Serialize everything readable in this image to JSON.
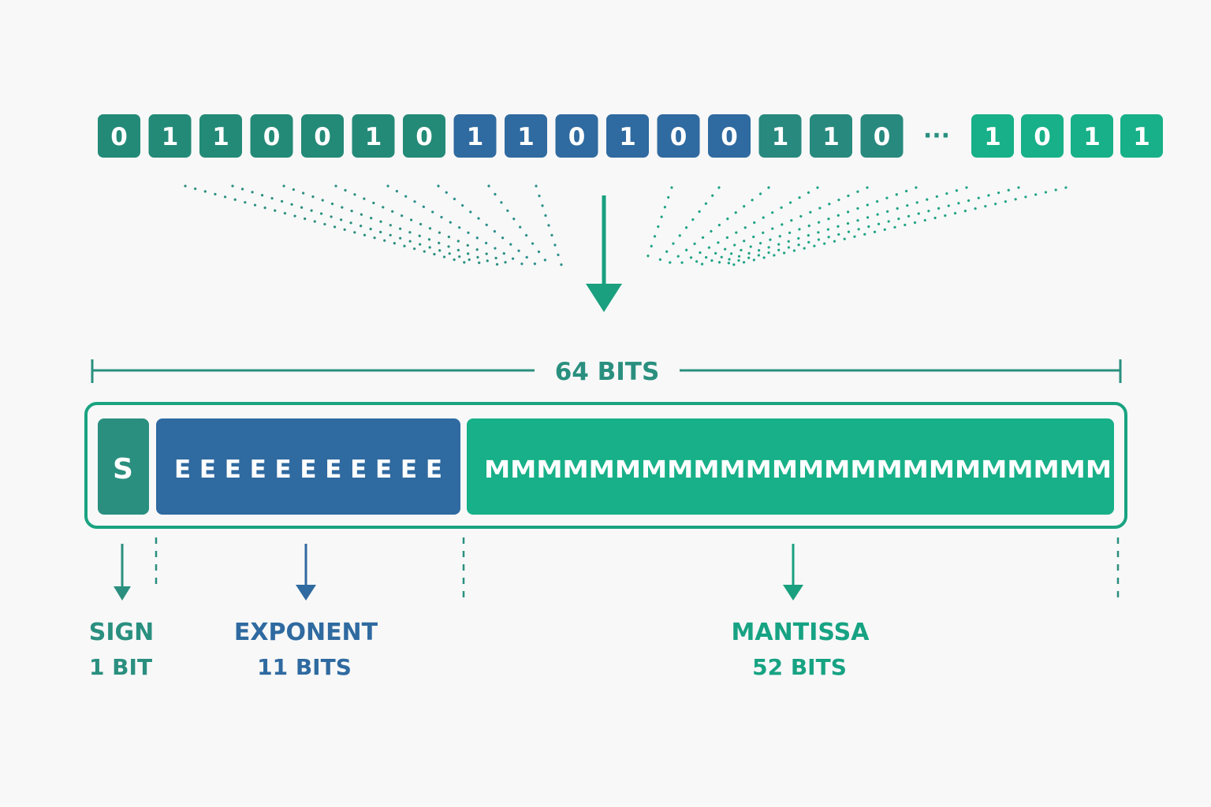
{
  "colors": {
    "background": "#f8f8f8",
    "teal": "#2a8f7f",
    "blue": "#2f6aa0",
    "green": "#17b088",
    "outline": "#19a381",
    "white": "#ffffff"
  },
  "bit_stream": {
    "bits": [
      "0",
      "1",
      "1",
      "0",
      "0",
      "1",
      "0",
      "1",
      "1",
      "0",
      "1",
      "0",
      "0",
      "1",
      "1",
      "0"
    ],
    "bit_colors": [
      "#238a77",
      "#238a77",
      "#238a77",
      "#238a77",
      "#238a77",
      "#238a77",
      "#238a77",
      "#2f6aa0",
      "#2f6aa0",
      "#2f6aa0",
      "#2f6aa0",
      "#2f6aa0",
      "#2f6aa0",
      "#28897e",
      "#28897e",
      "#28897e"
    ],
    "ellipsis": "···",
    "tail_bits": [
      "1",
      "0",
      "1",
      "1"
    ],
    "tail_color": "#17b088"
  },
  "width_label": "64 BITS",
  "fields": {
    "sign": {
      "symbol": "S",
      "name": "SIGN",
      "size": "1 BIT",
      "color": "#2a8f7f"
    },
    "exponent": {
      "symbol": "EEEEEEEEEEE",
      "name": "EXPONENT",
      "size": "11 BITS",
      "color": "#2f6aa0"
    },
    "mantissa": {
      "symbol": "MMMMMMMMMMMMMMMMMMMMMMMM",
      "name": "MANTISSA",
      "size": "52 BITS",
      "color": "#17b088"
    }
  }
}
